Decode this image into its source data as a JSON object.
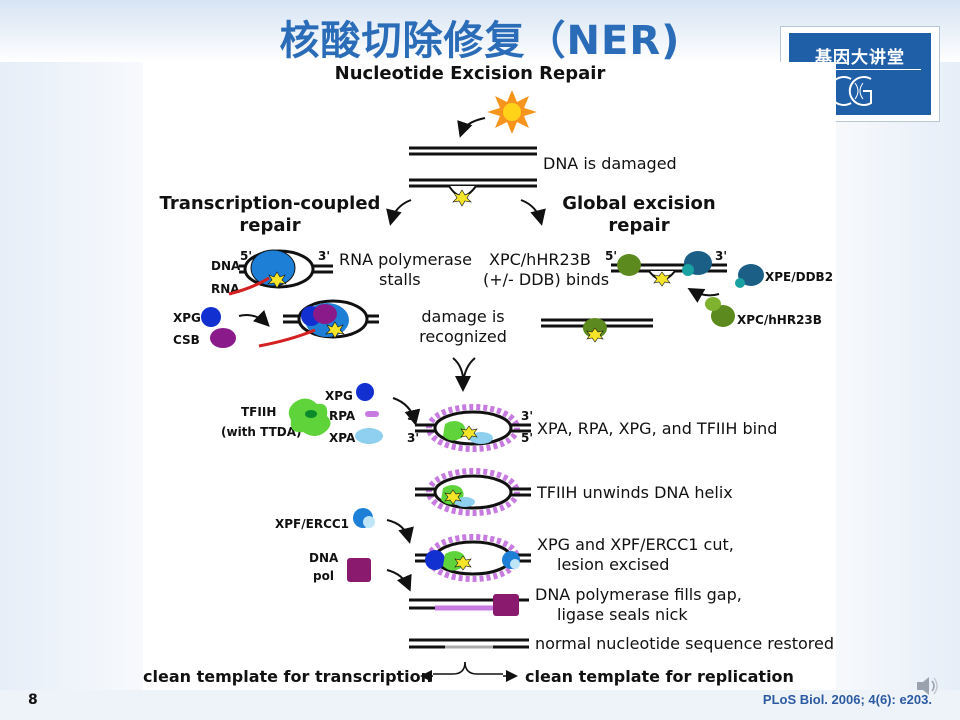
{
  "slide": {
    "title": "核酸切除修复（NER)",
    "page_number": "8",
    "citation": "PLoS Biol. 2006; 4(6): e203."
  },
  "logo": {
    "text": "基因大讲堂",
    "emblem_letters": "CG"
  },
  "diagram": {
    "heading": "Nucleotide Excision Repair",
    "dna_damaged": "DNA is damaged",
    "tc_repair_line1": "Transcription-coupled",
    "tc_repair_line2": "repair",
    "gg_repair_line1": "Global excision",
    "gg_repair_line2": "repair",
    "dna_label": "DNA",
    "rna_label": "RNA",
    "five_prime": "5'",
    "three_prime": "3'",
    "rnap_stalls_line1": "RNA polymerase",
    "rnap_stalls_line2": "stalls",
    "xpc_binds_line1": "XPC/hHR23B",
    "xpc_binds_line2": "(+/- DDB) binds",
    "xpe_ddb2": "XPE/DDB2",
    "xpc_hhr23b": "XPC/hHR23B",
    "xpg": "XPG",
    "csb": "CSB",
    "recognized_line1": "damage is",
    "recognized_line2": "recognized",
    "tfiih_line1": "TFIIH",
    "tfiih_line2": "(with TTDA)",
    "rpa": "RPA",
    "xpa": "XPA",
    "step_bind": "XPA, RPA, XPG, and TFIIH bind",
    "step_unwind": "TFIIH unwinds DNA helix",
    "xpf_ercc1": "XPF/ERCC1",
    "step_cut_line1": "XPG and XPF/ERCC1 cut,",
    "step_cut_line2": "lesion excised",
    "dna_pol_line1": "DNA",
    "dna_pol_line2": "pol",
    "step_fill_line1": "DNA polymerase fills gap,",
    "step_fill_line2": "ligase seals nick",
    "step_restored": "normal nucleotide sequence restored",
    "outcome_transcription": "clean template for transcription",
    "outcome_replication": "clean template for replication"
  },
  "colors": {
    "title_blue": "#2b6cb8",
    "logo_blue": "#1f5fa8",
    "rnap_blue": "#1e7fd6",
    "xpg_blue": "#1230d0",
    "csb_purple": "#8a1a8a",
    "tfiih_green": "#5fd43a",
    "rpa_violet": "#c77ae0",
    "xpa_lightblue": "#8fd0f0",
    "xpc_olive": "#5c8a1e",
    "xpe_teal": "#1b5f86",
    "dna_pol_purple": "#8a1a6e",
    "lesion_yellow": "#f5e52a",
    "rna_red": "#d42020",
    "sun_orange": "#f7941d"
  }
}
